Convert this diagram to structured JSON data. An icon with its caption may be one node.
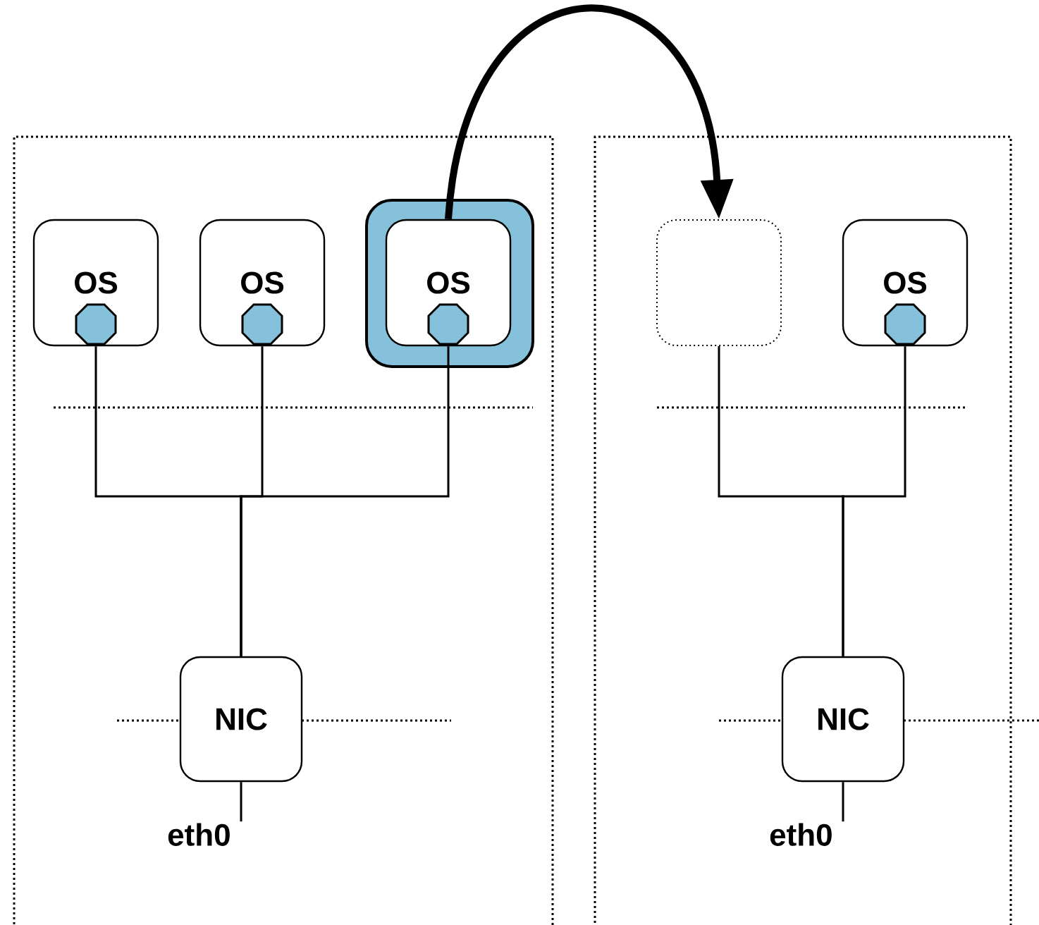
{
  "diagram": {
    "nodes": [
      {
        "text": [],
        "shape": "box"
      },
      {
        "text": [],
        "shape": "box"
      },
      {
        "text": [
          "OS"
        ],
        "in": 0
      },
      {
        "text": [
          "OS"
        ],
        "in": 0
      },
      {
        "text": [],
        "shape": "box",
        "in": 0
      },
      {
        "text": [
          "OS"
        ],
        "in": 4
      },
      {
        "text": [],
        "shape": "box",
        "in": 1
      },
      {
        "text": [
          "OS"
        ],
        "in": 1
      },
      {
        "text": [
          "NIC"
        ],
        "in": 0
      },
      {
        "text": [
          "NIC"
        ],
        "in": 1
      }
    ],
    "edges": [
      {
        "from": 2,
        "to": 8,
        "arrow": "none"
      },
      {
        "from": 3,
        "to": 8,
        "arrow": "none"
      },
      {
        "from": 5,
        "to": 8,
        "arrow": "none"
      },
      {
        "from": 6,
        "to": 9,
        "arrow": "none"
      },
      {
        "from": 7,
        "to": 9,
        "arrow": "none"
      },
      {
        "from": 5,
        "to": 6,
        "arrow": "to",
        "style": "thick"
      },
      {
        "from": 8,
        "to": null,
        "arrow": "none",
        "label": "eth0"
      },
      {
        "from": 9,
        "to": null,
        "arrow": "none",
        "label": "eth0"
      }
    ]
  }
}
